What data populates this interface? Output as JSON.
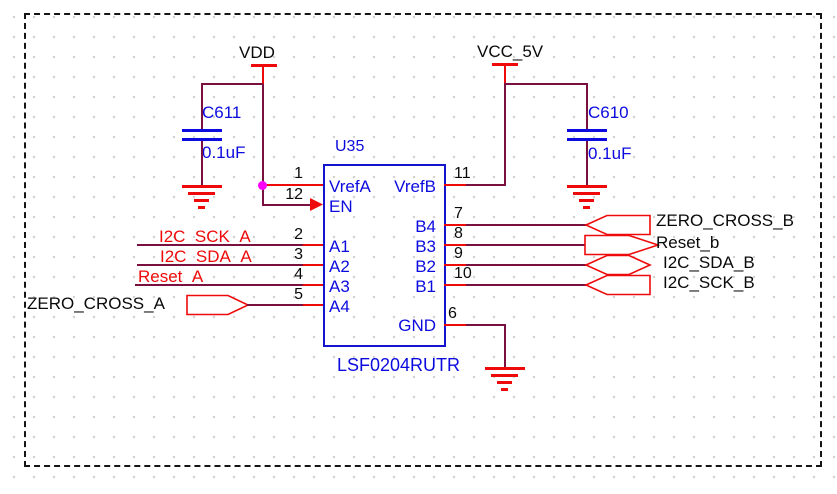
{
  "schematic": {
    "power_rails": {
      "vdd": "VDD",
      "vcc": "VCC_5V"
    },
    "capacitors": {
      "c611": {
        "ref": "C611",
        "value": "0.1uF"
      },
      "c610": {
        "ref": "C610",
        "value": "0.1uF"
      }
    },
    "ic": {
      "designator": "U35",
      "part": "LSF0204RUTR",
      "pins": {
        "p1": {
          "num": "1",
          "name": "VrefA"
        },
        "p12": {
          "num": "12",
          "name": "EN"
        },
        "p2": {
          "num": "2",
          "name": "A1"
        },
        "p3": {
          "num": "3",
          "name": "A2"
        },
        "p4": {
          "num": "4",
          "name": "A3"
        },
        "p5": {
          "num": "5",
          "name": "A4"
        },
        "p11": {
          "num": "11",
          "name": "VrefB"
        },
        "p7": {
          "num": "7",
          "name": "B4"
        },
        "p8": {
          "num": "8",
          "name": "B3"
        },
        "p9": {
          "num": "9",
          "name": "B2"
        },
        "p10": {
          "num": "10",
          "name": "B1"
        },
        "p6": {
          "num": "6",
          "name": "GND"
        }
      }
    },
    "net_labels": {
      "i2c_sck_a": "I2C_SCK_A",
      "i2c_sda_a": "I2C_SDA_A",
      "reset_a": "Reset_A"
    },
    "ports": {
      "zero_cross_a": "ZERO_CROSS_A",
      "zero_cross_b": "ZERO_CROSS_B",
      "reset_b": "Reset_b",
      "i2c_sda_b": "I2C_SDA_B",
      "i2c_sck_b": "I2C_SCK_B"
    },
    "colors": {
      "wire": "#7a1040",
      "pin_red": "#ee0a0a",
      "component_blue": "#0b0bdf",
      "junction": "#ff00ff",
      "text_black": "#0a0a0a"
    }
  }
}
